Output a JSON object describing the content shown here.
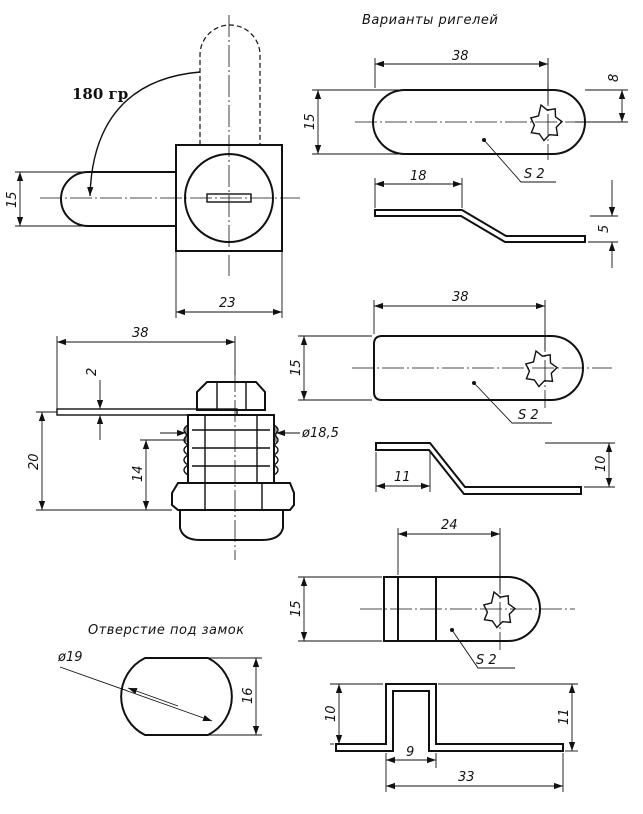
{
  "titles": {
    "latch_variants": "Варианты ригелей",
    "mount_hole": "Отверстие под замок"
  },
  "rotation_label": "180 гр",
  "dimensions": {
    "front_height": "15",
    "front_width": "23",
    "side_length": "38",
    "side_thickness": "2",
    "side_total_height": "20",
    "side_thread_length": "14",
    "side_diameter": "ø18,5",
    "hole_diameter": "ø19",
    "hole_flat": "16",
    "v1_length": "38",
    "v1_width": "15",
    "v1_offset": "8",
    "v1_thickness": "S 2",
    "v1_flat_length": "18",
    "v1_step": "5",
    "v2_length": "38",
    "v2_width": "15",
    "v2_thickness": "S 2",
    "v2_flat_length": "11",
    "v2_step": "10",
    "v3_length": "24",
    "v3_width": "15",
    "v3_thickness": "S 2",
    "v3_left_height": "10",
    "v3_flat_length": "9",
    "v3_right_height": "11",
    "v3_total_length": "33"
  }
}
